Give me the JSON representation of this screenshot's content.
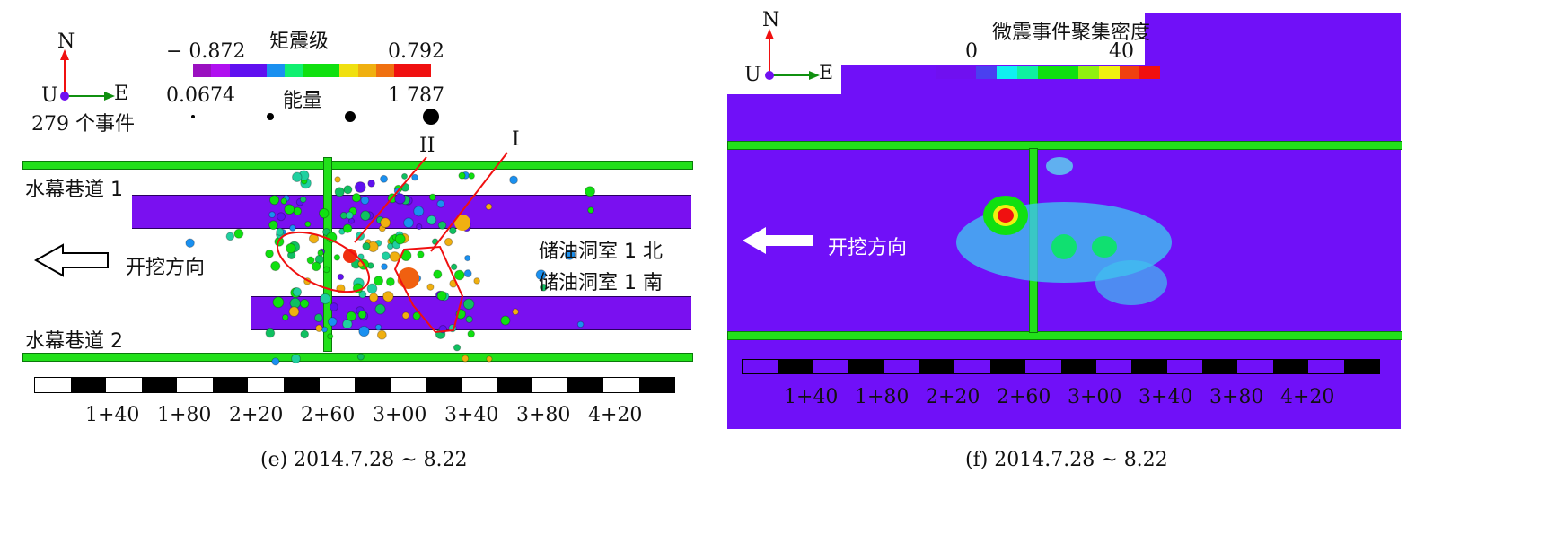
{
  "left": {
    "compass": {
      "n": "N",
      "e": "E",
      "u": "U"
    },
    "event_count": "279 个事件",
    "magnitude": {
      "title": "矩震级",
      "min": "− 0.872",
      "max": "0.792",
      "colors": [
        "#9a10c0",
        "#b010f0",
        "#6010f0",
        "#6010f0",
        "#1a90f0",
        "#10f070",
        "#10e010",
        "#10e010",
        "#f0e010",
        "#f0b010",
        "#f07010",
        "#f01010",
        "#f01010"
      ]
    },
    "energy": {
      "title": "能量",
      "min": "0.0674",
      "max": "1 787"
    },
    "labels": {
      "tunnel1": "水幕巷道 1",
      "tunnel2": "水幕巷道 2",
      "cavern_n": "储油洞室 1 北",
      "cavern_s": "储油洞室 1 南",
      "direction": "开挖方向",
      "zone1": "I",
      "zone2": "II"
    },
    "stations": [
      "1+40",
      "1+80",
      "2+20",
      "2+60",
      "3+00",
      "3+40",
      "3+80",
      "4+20"
    ],
    "caption": "(e) 2014.7.28 ~ 8.22"
  },
  "right": {
    "compass": {
      "n": "N",
      "e": "E",
      "u": "U"
    },
    "density": {
      "title": "微震事件聚集密度",
      "min": "0",
      "max": "40",
      "colors": [
        "#7010f0",
        "#7010f0",
        "#4a40f0",
        "#10f0f0",
        "#10f0a0",
        "#10e010",
        "#10e010",
        "#90f010",
        "#f0f010",
        "#f04010",
        "#f01010"
      ]
    },
    "labels": {
      "direction": "开挖方向"
    },
    "stations": [
      "1+40",
      "1+80",
      "2+20",
      "2+60",
      "3+00",
      "3+40",
      "3+80",
      "4+20"
    ],
    "caption": "(f) 2014.7.28 ~ 8.22"
  }
}
